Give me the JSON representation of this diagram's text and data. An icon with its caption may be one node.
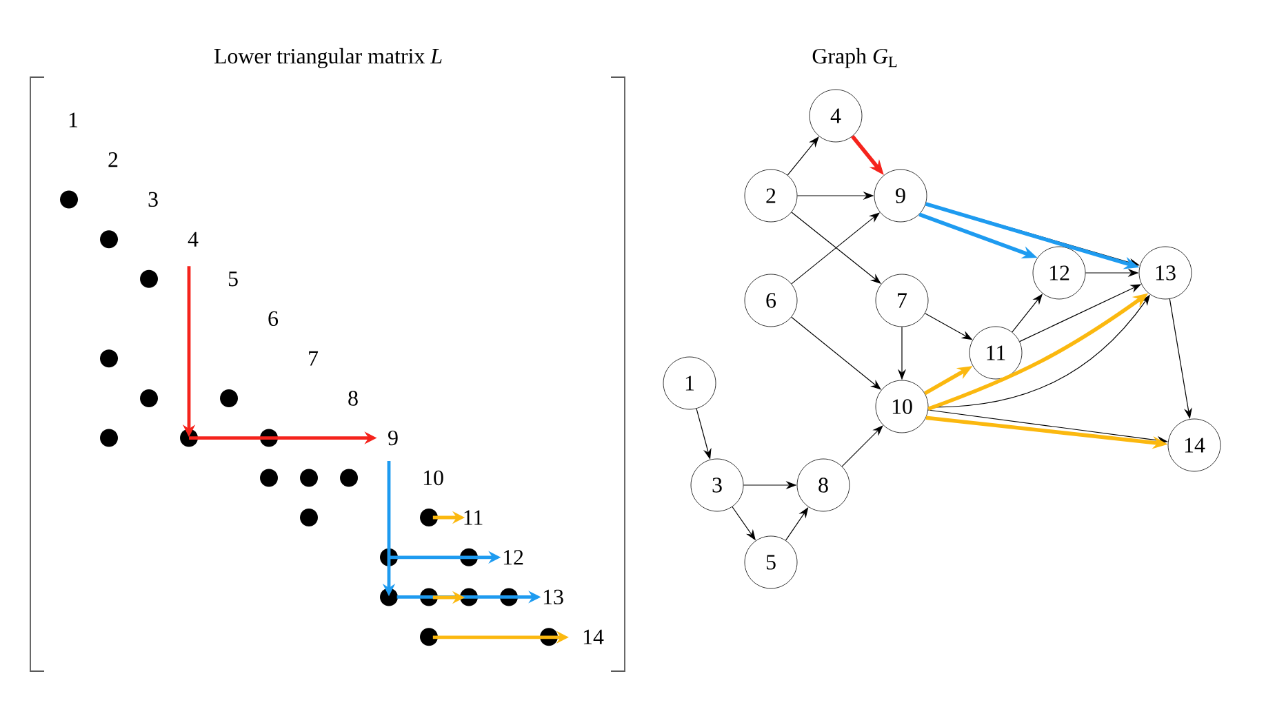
{
  "diagram": {
    "nodes": [
      {
        "text": [
          "1"
        ]
      },
      {
        "text": [
          "2"
        ]
      },
      {
        "text": [
          "3"
        ]
      },
      {
        "text": [
          "4"
        ]
      },
      {
        "text": [
          "5"
        ]
      },
      {
        "text": [
          "6"
        ]
      },
      {
        "text": [
          "7"
        ]
      },
      {
        "text": [
          "8"
        ]
      },
      {
        "text": [
          "9"
        ]
      },
      {
        "text": [
          "10"
        ]
      },
      {
        "text": [
          "11"
        ]
      },
      {
        "text": [
          "12"
        ]
      },
      {
        "text": [
          "13"
        ]
      },
      {
        "text": [
          "14"
        ]
      }
    ],
    "edges": [
      {
        "from": 1,
        "to": 3,
        "arrow": "to"
      },
      {
        "from": 1,
        "to": 8,
        "arrow": "to"
      },
      {
        "from": 1,
        "to": 6,
        "arrow": "to"
      },
      {
        "from": 5,
        "to": 8,
        "arrow": "to"
      },
      {
        "from": 5,
        "to": 9,
        "arrow": "to"
      },
      {
        "from": 8,
        "to": 12,
        "arrow": "to"
      },
      {
        "from": 11,
        "to": 12,
        "arrow": "to"
      },
      {
        "from": 6,
        "to": 9,
        "arrow": "to"
      },
      {
        "from": 6,
        "to": 10,
        "arrow": "to"
      },
      {
        "from": 10,
        "to": 11,
        "arrow": "to"
      },
      {
        "from": 10,
        "to": 12,
        "arrow": "to"
      },
      {
        "from": 9,
        "to": 12,
        "arrow": "to"
      },
      {
        "from": 9,
        "to": 13,
        "arrow": "to"
      },
      {
        "from": 12,
        "to": 13,
        "arrow": "to"
      },
      {
        "from": 0,
        "to": 2,
        "arrow": "to"
      },
      {
        "from": 2,
        "to": 7,
        "arrow": "to"
      },
      {
        "from": 2,
        "to": 4,
        "arrow": "to"
      },
      {
        "from": 4,
        "to": 7,
        "arrow": "to"
      },
      {
        "from": 7,
        "to": 9,
        "arrow": "to"
      },
      {
        "from": 3,
        "to": 8,
        "arrow": "to",
        "style": "thick",
        "color": "#f5231c"
      },
      {
        "from": 8,
        "to": 11,
        "arrow": "to",
        "style": "thick",
        "color": "#1e9bf0"
      },
      {
        "from": 8,
        "to": 12,
        "arrow": "to",
        "style": "thick",
        "color": "#1e9bf0"
      },
      {
        "from": 9,
        "to": 10,
        "arrow": "to",
        "style": "thick",
        "color": "#fbb80f"
      },
      {
        "from": 9,
        "to": 12,
        "arrow": "to",
        "style": "thick",
        "color": "#fbb80f"
      },
      {
        "from": 9,
        "to": 13,
        "arrow": "to",
        "style": "thick",
        "color": "#fbb80f"
      }
    ],
    "labels": [
      "Lower triangular matrix *L*",
      "Graph *G*$_{L}$",
      "1",
      "2",
      "3",
      "4",
      "5",
      "6",
      "7",
      "8",
      "9",
      "10",
      "11",
      "12",
      "13",
      "14"
    ]
  }
}
